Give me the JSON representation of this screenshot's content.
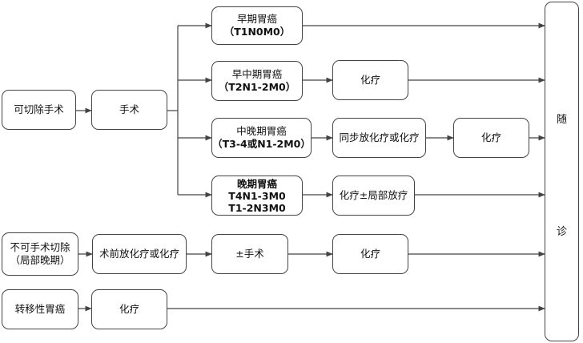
{
  "nodes": {
    "resectable": "可切除手术",
    "surgery": "手术",
    "early": {
      "line1": "早期胃癌",
      "line2": "（T1N0M0）"
    },
    "early_mid": {
      "line1": "早中期胃癌",
      "line2": "（T2N1-2M0）"
    },
    "early_mid_chemo": "化疗",
    "mid_late": {
      "line1": "中晚期胃癌",
      "line2": "（T3-4或N1-2M0）"
    },
    "concurrent": "同步放化疗或化疗",
    "mid_late_chemo": "化疗",
    "late": {
      "line1": "晚期胃癌",
      "line2": "T4N1-3M0",
      "line3": "T1-2N3M0"
    },
    "late_treatment": "化疗±局部放疗",
    "unresectable": {
      "line1": "不可手术切除",
      "line2": "（局部晚期）"
    },
    "neoadjuvant": "术前放化疗或化疗",
    "plus_minus_surgery": "±手术",
    "unresectable_chemo": "化疗",
    "metastatic": "转移性胃癌",
    "metastatic_chemo": "化疗",
    "followup": {
      "char1": "随",
      "char2": "诊"
    }
  }
}
